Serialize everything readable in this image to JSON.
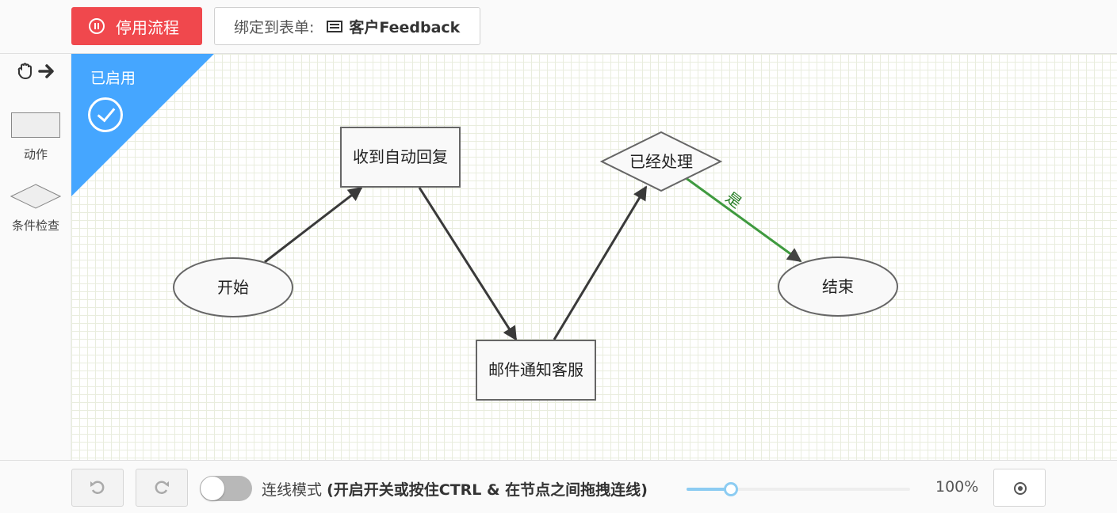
{
  "toolbar": {
    "stop_label": "停用流程",
    "bind_label": "绑定到表单:",
    "bind_value": "客户Feedback"
  },
  "palette": {
    "action_label": "动作",
    "condition_label": "条件检查"
  },
  "status": {
    "label": "已启用",
    "color": "#45a6ff"
  },
  "flow": {
    "nodes": [
      {
        "id": "start",
        "type": "ellipse",
        "label": "开始"
      },
      {
        "id": "auto_reply",
        "type": "rect",
        "label": "收到自动回复"
      },
      {
        "id": "email",
        "type": "rect",
        "label": "邮件通知客服"
      },
      {
        "id": "processed",
        "type": "diamond",
        "label": "已经处理"
      },
      {
        "id": "end",
        "type": "ellipse",
        "label": "结束"
      }
    ],
    "edges": [
      {
        "from": "start",
        "to": "auto_reply"
      },
      {
        "from": "auto_reply",
        "to": "email"
      },
      {
        "from": "email",
        "to": "processed"
      },
      {
        "from": "processed",
        "to": "end",
        "label": "是",
        "color": "#3f9a3f"
      }
    ]
  },
  "bottom": {
    "mode_label": "连线模式",
    "mode_hint": "(开启开关或按住CTRL & 在节点之间拖拽连线)",
    "zoom_text": "100%",
    "zoom_level": 0.2,
    "link_mode_on": false
  },
  "icons": {
    "undo": "undo-icon",
    "redo": "redo-icon",
    "hand": "hand-icon",
    "arrow": "arrow-right-icon",
    "pause": "pause-icon",
    "form": "form-icon",
    "target": "target-icon",
    "check": "check-circle-icon"
  }
}
